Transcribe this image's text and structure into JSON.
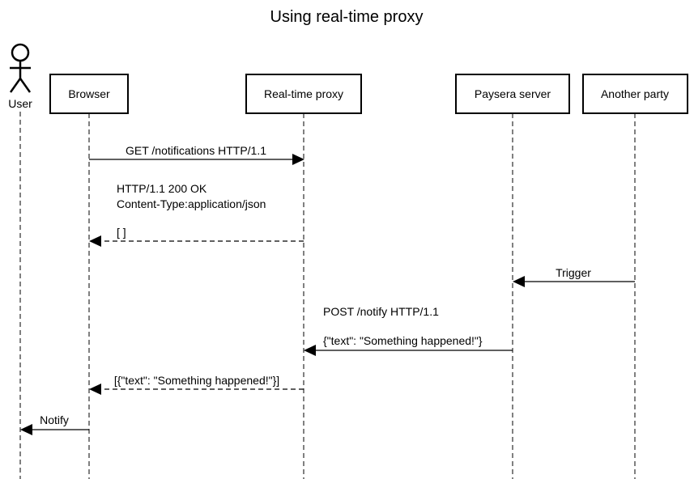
{
  "title": "Using real-time proxy",
  "actor": {
    "label": "User"
  },
  "participants": [
    {
      "id": "browser",
      "label": "Browser"
    },
    {
      "id": "proxy",
      "label": "Real-time proxy"
    },
    {
      "id": "paysera",
      "label": "Paysera server"
    },
    {
      "id": "another",
      "label": "Another party"
    }
  ],
  "messages": [
    {
      "from": "browser",
      "to": "proxy",
      "style": "solid",
      "lines": [
        "GET /notifications HTTP/1.1"
      ]
    },
    {
      "from": "proxy",
      "to": "browser",
      "style": "dashed",
      "lines": [
        "HTTP/1.1 200 OK",
        "Content-Type:application/json",
        "",
        "[ ]"
      ]
    },
    {
      "from": "another",
      "to": "paysera",
      "style": "solid",
      "lines": [
        "Trigger"
      ]
    },
    {
      "from": "paysera",
      "to": "proxy",
      "style": "solid",
      "lines": [
        "POST /notify HTTP/1.1",
        "",
        "{\"text\": \"Something happened!\"}"
      ]
    },
    {
      "from": "proxy",
      "to": "browser",
      "style": "dashed",
      "lines": [
        "[{\"text\": \"Something happened!\"}]"
      ]
    },
    {
      "from": "browser",
      "to": "user",
      "style": "solid",
      "lines": [
        "Notify"
      ]
    }
  ]
}
